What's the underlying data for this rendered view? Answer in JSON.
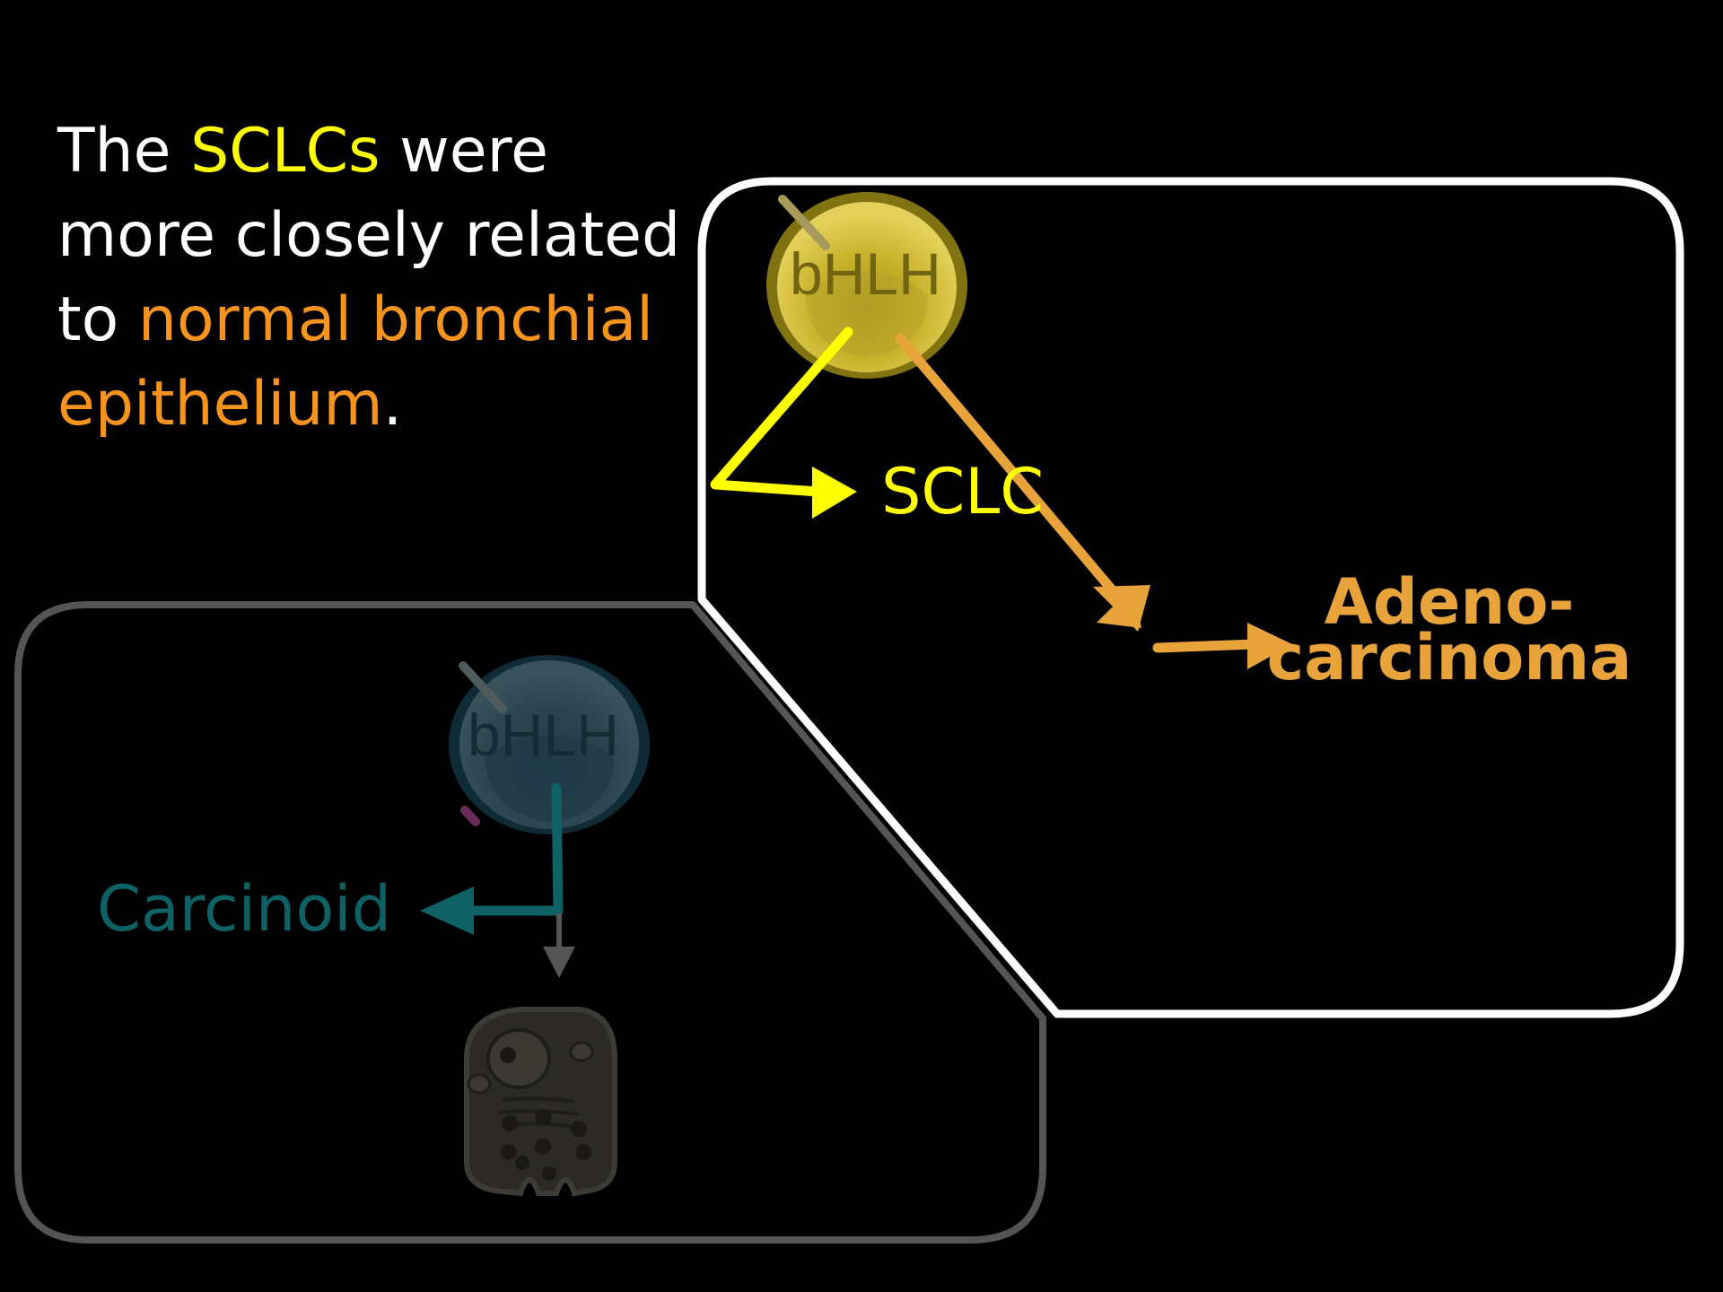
{
  "colors": {
    "background": "#000000",
    "text": "#ffffff",
    "sclc_yellow": "#ffff00",
    "bronchial_orange": "#f7941d",
    "adeno_orange": "#e8a43a",
    "carcinoid_teal": "#0e6165",
    "box_white": "#ffffff",
    "box_gray": "#555555",
    "cell_gold": "#c9b22a",
    "cell_slate": "#2a4450",
    "cell_dark": "#2b2a26"
  },
  "headline": {
    "w1": "The",
    "w2": "SCLCs",
    "w3": "were",
    "line2": "more closely related",
    "w4": "to",
    "w5": "normal bronchial",
    "w6": "epithelium",
    "w7": "."
  },
  "diagram": {
    "sclc_cell_label": "bHLH",
    "sclc_label": "SCLC",
    "adeno_label_line1": "Adeno-",
    "adeno_label_line2": "carcinoma",
    "carcinoid_cell_label": "bHLH",
    "carcinoid_label": "Carcinoid"
  },
  "icons": {
    "neuroendocrine_cell": "neuroendocrine-cell-icon",
    "yellow_cell": "bhlh-cell-yellow-icon",
    "teal_cell": "bhlh-cell-teal-icon"
  }
}
